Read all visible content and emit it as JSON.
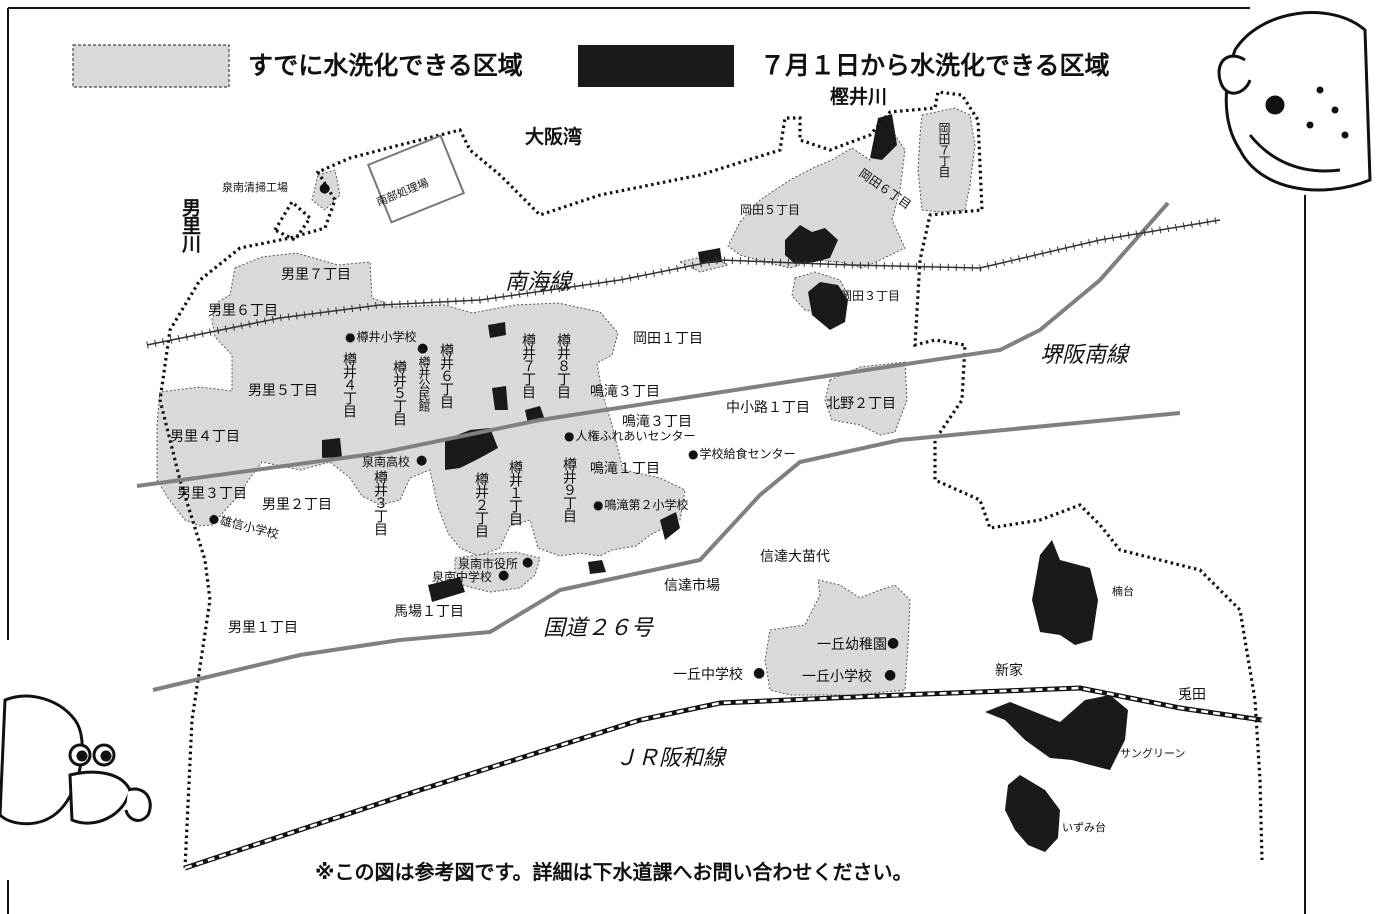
{
  "legend": {
    "existing": {
      "label": "すでに水洗化できる区域",
      "color": "#d9d9d9"
    },
    "new": {
      "label": "７月１日から水洗化できる区域",
      "color": "#1a1a1a"
    }
  },
  "water": {
    "bay": "大阪湾",
    "river_otori": "男里川",
    "river_kashii": "樫井川"
  },
  "railways": {
    "nankai": "南海線",
    "jr": "ＪＲ阪和線"
  },
  "roads": {
    "route26": "国道２６号",
    "sakai_hannan": "堺阪南線"
  },
  "districts": [
    "男里７丁目",
    "男里６丁目",
    "男里５丁目",
    "男里４丁目",
    "男里３丁目",
    "男里２丁目",
    "男里１丁目",
    "樽井４丁目",
    "樽井５丁目",
    "樽井６丁目",
    "樽井７丁目",
    "樽井８丁目",
    "樽井３丁目",
    "樽井２丁目",
    "樽井１丁目",
    "樽井９丁目",
    "岡田５丁目",
    "岡田６丁目",
    "岡田７丁目",
    "岡田３丁目",
    "岡田１丁目",
    "鳴滝３丁目",
    "鳴滝３丁目",
    "鳴滝１丁目",
    "中小路１丁目",
    "北野２丁目",
    "馬場１丁目",
    "信達大苗代",
    "信達市場",
    "新家",
    "兎田"
  ],
  "facilities": [
    "泉南清掃工場",
    "南部処理場",
    "樽井小学校",
    "樽井公民館",
    "泉南高校",
    "雄信小学校",
    "人権ふれあいセンター",
    "学校給食センター",
    "鳴滝第２小学校",
    "泉南市役所",
    "泉南中学校",
    "一丘幼稚園",
    "一丘中学校",
    "一丘小学校"
  ],
  "new_areas": [
    "楠台",
    "サングリーン",
    "いずみ台"
  ],
  "footer_note": "※この図は参考図です。詳細は下水道課へお問い合わせください。"
}
